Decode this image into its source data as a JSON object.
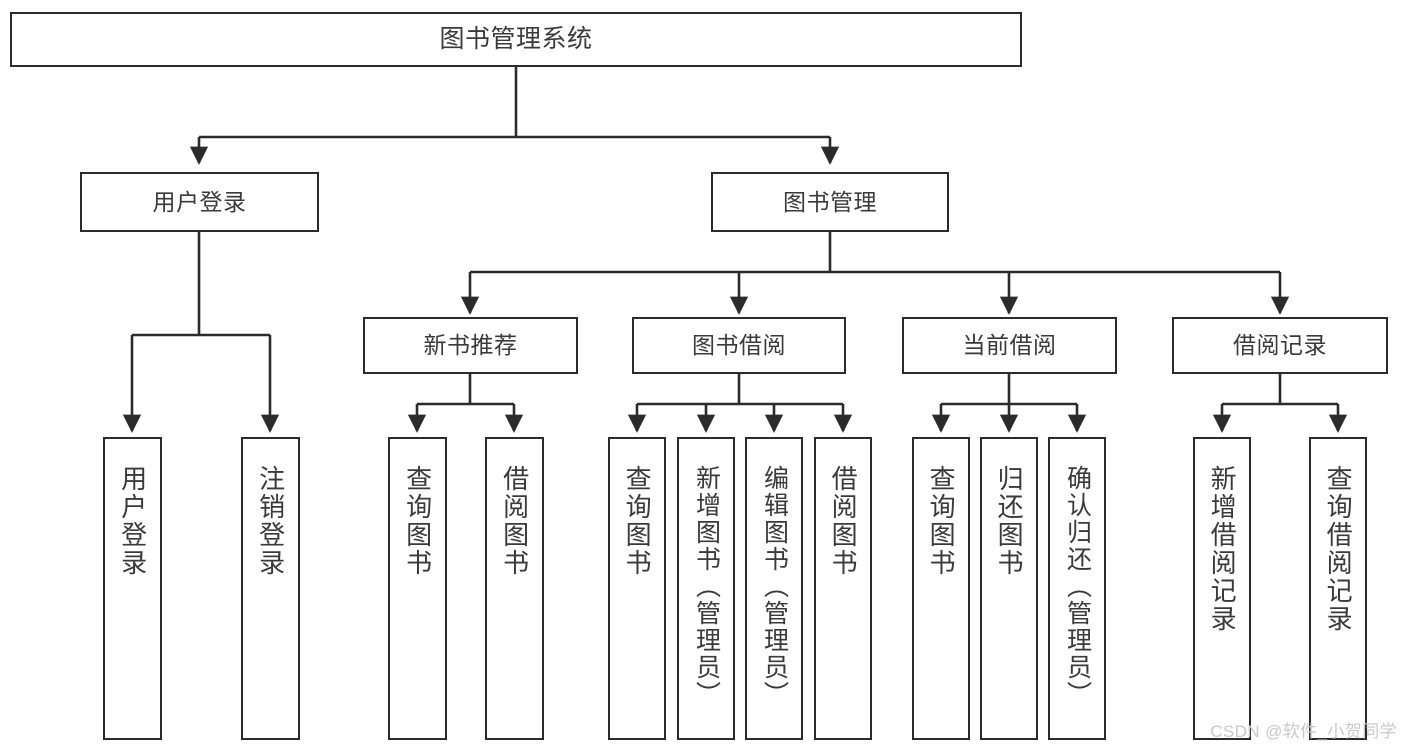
{
  "diagram": {
    "title": "图书管理系统",
    "type": "tree-hierarchy-diagram",
    "colors": {
      "box_border": "#2b2b2b",
      "box_fill": "#ffffff",
      "text": "#3a3a3a",
      "connector": "#2b2b2b",
      "watermark": "#c9c9c9",
      "background": "#ffffff"
    },
    "nodes": {
      "root": {
        "label": "图书管理系统"
      },
      "level2": [
        {
          "id": "user-login",
          "label": "用户登录"
        },
        {
          "id": "book-manage",
          "label": "图书管理"
        }
      ],
      "level3": [
        {
          "id": "new-book-recommend",
          "label": "新书推荐"
        },
        {
          "id": "book-borrow",
          "label": "图书借阅"
        },
        {
          "id": "current-borrow",
          "label": "当前借阅"
        },
        {
          "id": "borrow-record",
          "label": "借阅记录"
        }
      ],
      "leaves": {
        "user-login": [
          {
            "id": "leaf-user-login",
            "label": "用户登录"
          },
          {
            "id": "leaf-logout-login",
            "label": "注销登录"
          }
        ],
        "new-book-recommend": [
          {
            "id": "leaf-query-book-1",
            "label": "查询图书"
          },
          {
            "id": "leaf-borrow-book-1",
            "label": "借阅图书"
          }
        ],
        "book-borrow": [
          {
            "id": "leaf-query-book-2",
            "label": "查询图书"
          },
          {
            "id": "leaf-add-book",
            "label": "新增图书（管理员）"
          },
          {
            "id": "leaf-edit-book",
            "label": "编辑图书（管理员）"
          },
          {
            "id": "leaf-borrow-book-2",
            "label": "借阅图书"
          }
        ],
        "current-borrow": [
          {
            "id": "leaf-query-book-3",
            "label": "查询图书"
          },
          {
            "id": "leaf-return-book",
            "label": "归还图书"
          },
          {
            "id": "leaf-confirm-return",
            "label": "确认归还（管理员）"
          }
        ],
        "borrow-record": [
          {
            "id": "leaf-add-record",
            "label": "新增借阅记录"
          },
          {
            "id": "leaf-query-record",
            "label": "查询借阅记录"
          }
        ]
      }
    },
    "watermark": "CSDN @软件_小贺同学"
  }
}
